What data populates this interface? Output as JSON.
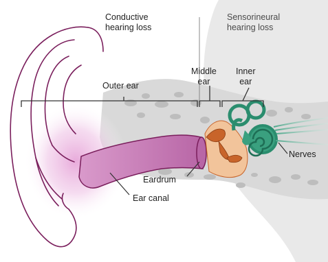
{
  "diagram": {
    "regions": {
      "conductive": {
        "line1": "Conductive",
        "line2": "hearing loss"
      },
      "sensorineural": {
        "line1": "Sensorineural",
        "line2": "hearing loss"
      }
    },
    "labels": {
      "outer_ear": "Outer ear",
      "middle_ear": {
        "line1": "Middle",
        "line2": "ear"
      },
      "inner_ear": {
        "line1": "Inner",
        "line2": "ear"
      },
      "nerves": "Nerves",
      "eardrum": "Eardrum",
      "ear_canal": "Ear canal"
    },
    "colors": {
      "ear_outline": "#7a1e5c",
      "ear_canal": "#c77bb6",
      "ear_glow": "#e7a6d9",
      "bone_bg": "#d6d6d6",
      "bone_cells": "#b9b9b9",
      "ossicles": "#c8642a",
      "middle_ear_fill": "#f2c49b",
      "cochlea": "#2a8d6e",
      "nerves": "#6fb9a2",
      "sensorineural_bg": "#e8e8e8"
    }
  }
}
